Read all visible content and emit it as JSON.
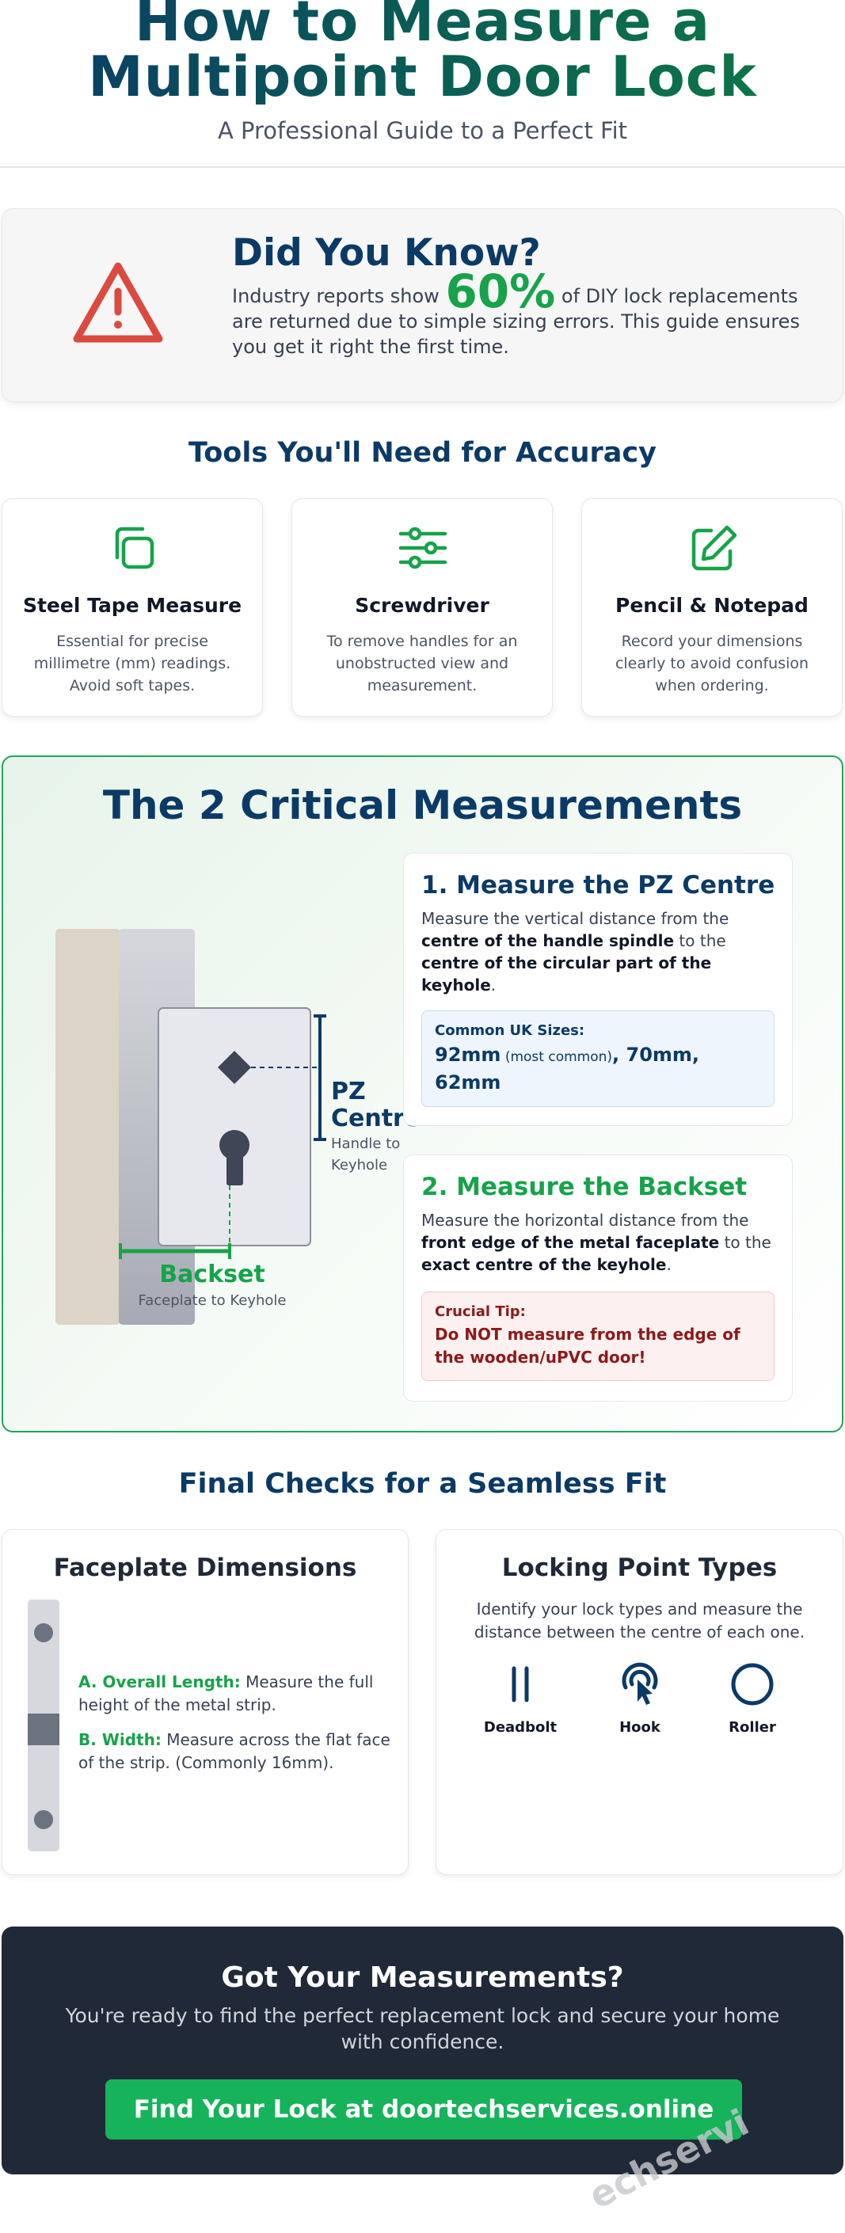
{
  "header": {
    "title_line1": "How to Measure a",
    "title_line2": "Multipoint Door Lock",
    "subtitle": "A Professional Guide to a Perfect Fit"
  },
  "did_you_know": {
    "icon": "warning-triangle-icon",
    "title": "Did You Know?",
    "text_before": "Industry reports show ",
    "stat": "60%",
    "text_after": " of DIY lock replacements are returned due to simple sizing errors. This guide ensures you get it right the first time."
  },
  "tools": {
    "heading": "Tools You'll Need for Accuracy",
    "items": [
      {
        "icon": "copy-icon",
        "title": "Steel Tape Measure",
        "desc": "Essential for precise millimetre (mm) readings. Avoid soft tapes."
      },
      {
        "icon": "sliders-icon",
        "title": "Screwdriver",
        "desc": "To remove handles for an unobstructed view and measurement."
      },
      {
        "icon": "pencil-square-icon",
        "title": "Pencil & Notepad",
        "desc": "Record your dimensions clearly to avoid confusion when ordering."
      }
    ]
  },
  "critical": {
    "heading": "The 2 Critical Measurements",
    "diagram": {
      "pz_label": "PZ Centre",
      "pz_line1": "PZ",
      "pz_line2": "Centre",
      "pz_sub1": "Handle to",
      "pz_sub2": "Keyhole",
      "backset_label": "Backset",
      "backset_sub": "Faceplate to Keyhole"
    },
    "pz_card": {
      "title": "1. Measure the PZ Centre",
      "desc_1": "Measure the vertical distance from the ",
      "desc_b1": "centre of the handle spindle",
      "desc_2": " to the ",
      "desc_b2": "centre of the circular part of the keyhole",
      "desc_3": ".",
      "box_label": "Common UK Sizes:",
      "size_main": "92mm",
      "size_note": " (most common)",
      "size_rest": ", 70mm, 62mm"
    },
    "backset_card": {
      "title": "2. Measure the Backset",
      "desc_1": "Measure the horizontal distance from the ",
      "desc_b1": "front edge of the metal faceplate",
      "desc_2": " to the ",
      "desc_b2": "exact centre of the keyhole",
      "desc_3": ".",
      "box_label": "Crucial Tip:",
      "box_text": "Do NOT measure from the edge of the wooden/uPVC door!"
    }
  },
  "final_checks": {
    "heading": "Final Checks for a Seamless Fit",
    "faceplate": {
      "title": "Faceplate Dimensions",
      "a_label": "A. Overall Length:",
      "a_text": " Measure the full height of the metal strip.",
      "b_label": "B. Width:",
      "b_text": " Measure across the flat face of the strip. (Commonly 16mm)."
    },
    "locking_points": {
      "title": "Locking Point Types",
      "desc": "Identify your lock types and measure the distance between the centre of each one.",
      "types": [
        {
          "icon": "deadbolt-icon",
          "label": "Deadbolt"
        },
        {
          "icon": "hook-icon",
          "label": "Hook"
        },
        {
          "icon": "roller-icon",
          "label": "Roller"
        }
      ]
    }
  },
  "cta": {
    "title": "Got Your Measurements?",
    "text": "You're ready to find the perfect replacement lock and secure your home with confidence.",
    "button": "Find Your Lock at doortechservices.online"
  },
  "watermark": "echservi",
  "colors": {
    "navy": "#0b3a66",
    "green": "#16a34a",
    "red": "#dc4a3f",
    "dark": "#1f2937"
  }
}
